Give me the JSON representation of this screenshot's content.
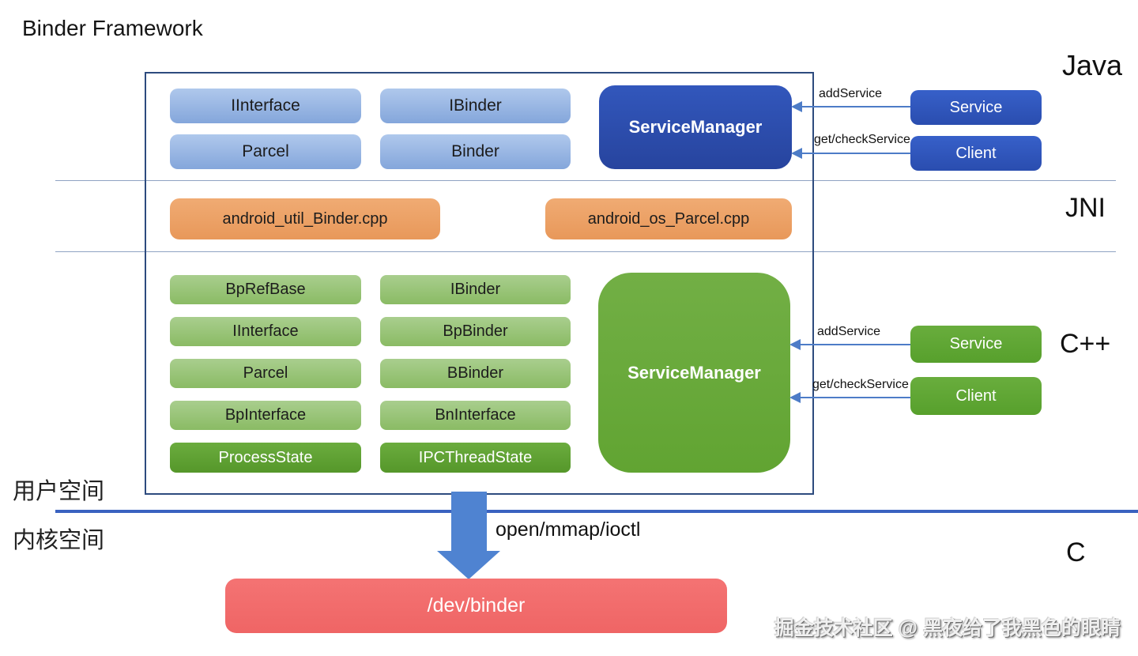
{
  "title": "Binder Framework",
  "layer_labels": {
    "java": "Java",
    "jni": "JNI",
    "cpp": "C++",
    "c": "C"
  },
  "java": {
    "modules": [
      "IInterface",
      "IBinder",
      "Parcel",
      "Binder"
    ],
    "service_manager": "ServiceManager",
    "service": "Service",
    "client": "Client",
    "add_service_label": "addService",
    "get_check_service_label": "get/checkService"
  },
  "jni": {
    "modules": [
      "android_util_Binder.cpp",
      "android_os_Parcel.cpp"
    ]
  },
  "cpp": {
    "modules_col1": [
      "BpRefBase",
      "IInterface",
      "Parcel",
      "BpInterface"
    ],
    "modules_col2": [
      "IBinder",
      "BpBinder",
      "BBinder",
      "BnInterface"
    ],
    "state_col1": "ProcessState",
    "state_col2": "IPCThreadState",
    "service_manager": "ServiceManager",
    "service": "Service",
    "client": "Client",
    "add_service_label": "addService",
    "get_check_service_label": "get/checkService"
  },
  "kernel": {
    "user_space_label": "用户空间",
    "kernel_space_label": "内核空间",
    "syscall_label": "open/mmap/ioctl",
    "device_node": "/dev/binder"
  },
  "watermark": "掘金技术社区 @ 黑夜给了我黑色的眼睛",
  "colors": {
    "java_module_fill": "#8FB0E0",
    "java_service_manager": "#2B50B4",
    "java_service_client": "#2C57C2",
    "jni_module_fill": "#ECA067",
    "cpp_module_fill": "#9AC47A",
    "cpp_state_fill": "#5FA032",
    "cpp_service_manager": "#68A93A",
    "cpp_service_client": "#5EA636",
    "device_node_fill": "#F16B6B",
    "separator_line": "#8FA3C3",
    "kernel_line": "#3A62C0",
    "arrow_blue": "#4D7CC7",
    "frame_border": "#2D4B7E"
  }
}
